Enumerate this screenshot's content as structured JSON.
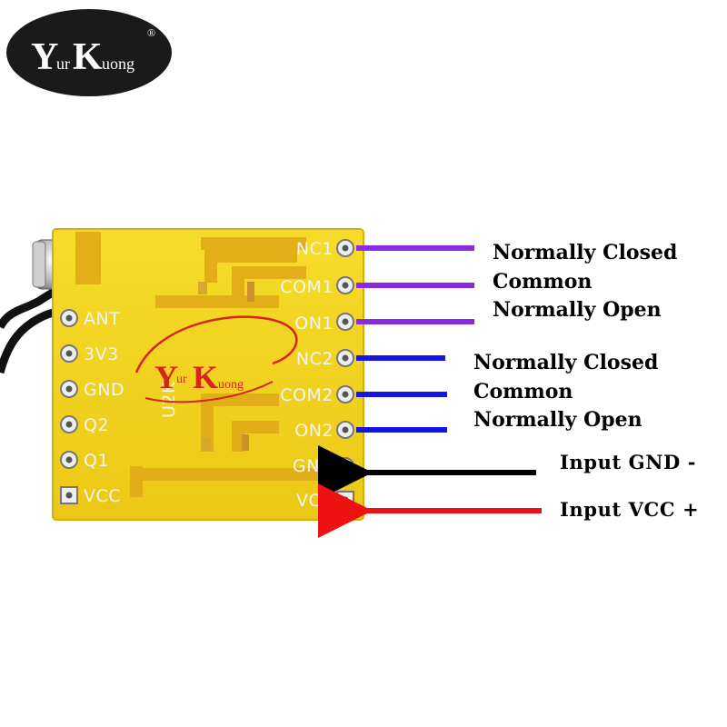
{
  "logo": {
    "big_y": "Y",
    "small_ur": "ur",
    "big_k": "K",
    "small_uong": "uong",
    "registered": "®",
    "brand_color": "#1a1a1a"
  },
  "board": {
    "left_pins": [
      "ANT",
      "3V3",
      "GND",
      "Q2",
      "Q1",
      "VCC"
    ],
    "right_pins": [
      "NC1",
      "COM1",
      "ON1",
      "NC2",
      "COM2",
      "ON2",
      "GND",
      "VCC"
    ],
    "module_marking": "U2K",
    "color": "#f0d21a",
    "trace_color": "#e8b21c"
  },
  "watermark": {
    "big_y": "Y",
    "small_ur": "ur",
    "big_k": "K",
    "small_uong": "uong",
    "color": "#d8231f"
  },
  "callouts": {
    "relay1_nc": "Normally Closed",
    "relay1_com": "Common",
    "relay1_no": "Normally Open",
    "relay2_nc": "Normally Closed",
    "relay2_com": "Common",
    "relay2_no": "Normally Open",
    "input_gnd": "Input GND -",
    "input_vcc": "Input VCC +"
  },
  "colors": {
    "relay1_line": "#8a2be2",
    "relay2_line": "#1414e6",
    "gnd_line": "#000000",
    "vcc_line": "#ee1111"
  }
}
